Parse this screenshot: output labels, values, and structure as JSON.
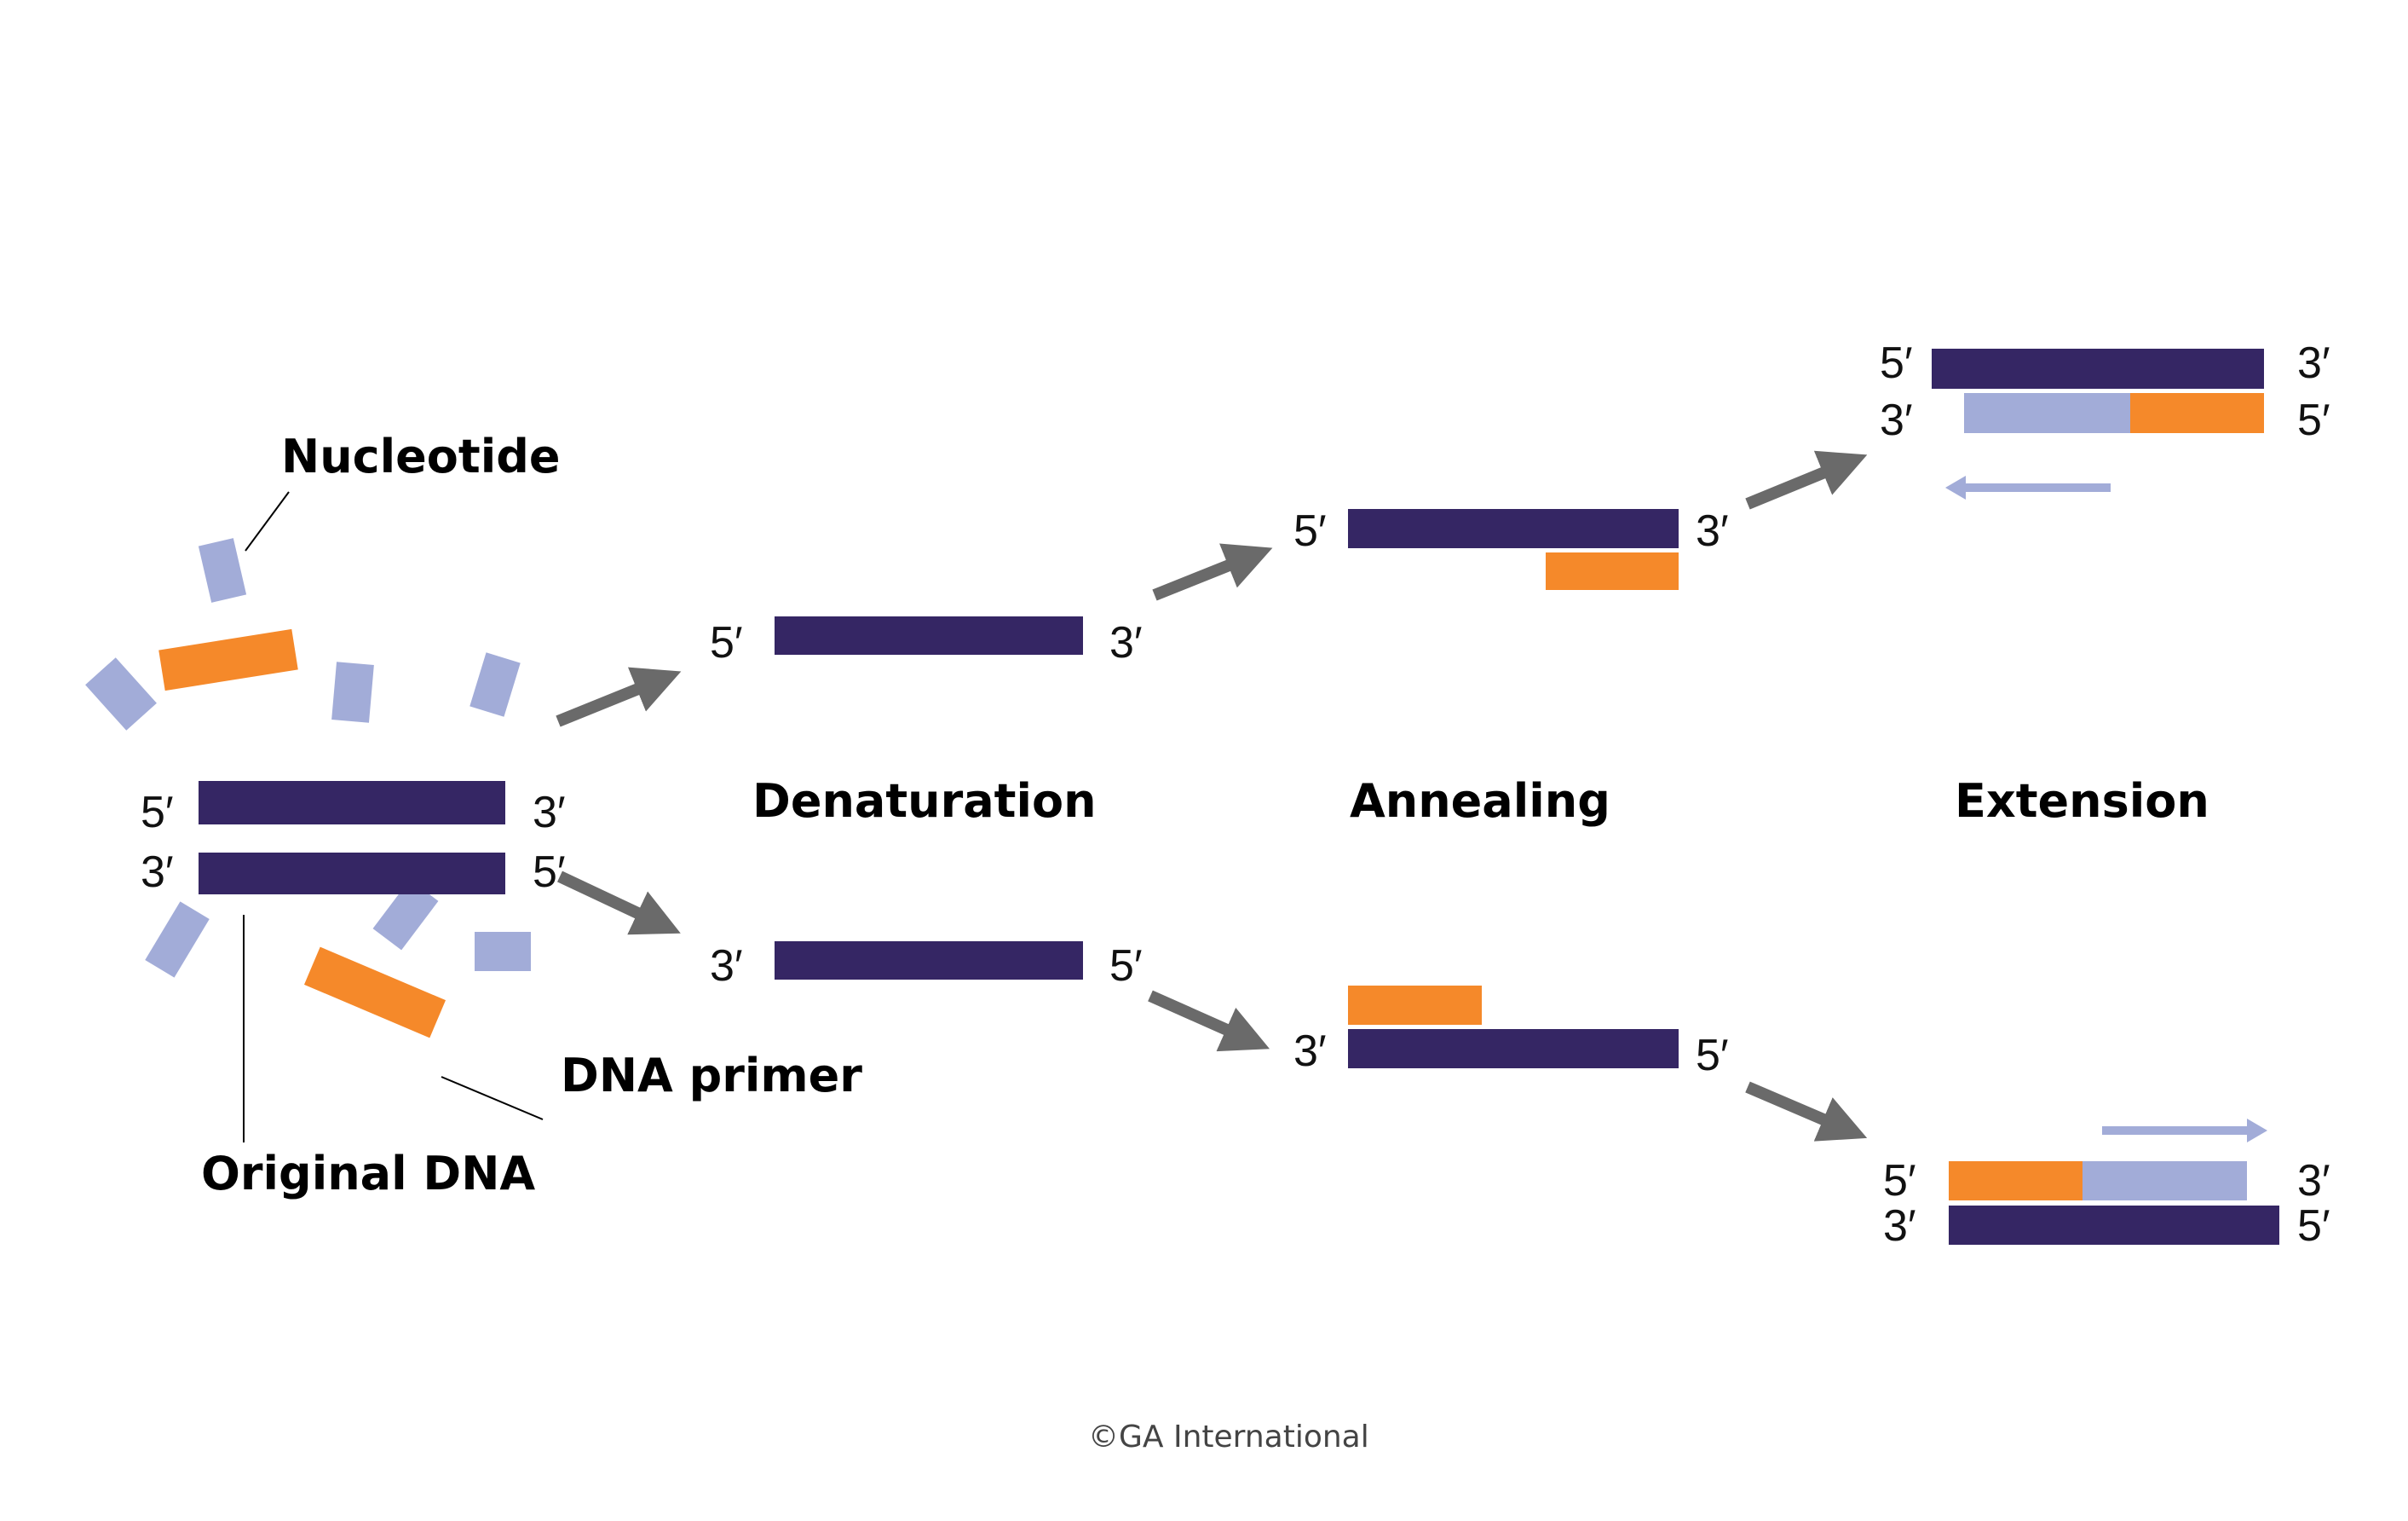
{
  "colors": {
    "template_strand": "#352664",
    "primer": "#f5892a",
    "nucleotide": "#a2acd8",
    "flow_arrow": "#6a6a6a",
    "synthesis_arrow": "#a2acd8"
  },
  "callouts": {
    "nucleotide": "Nucleotide",
    "dna_primer": "DNA primer",
    "original_dna": "Original DNA"
  },
  "steps": {
    "denaturation": "Denaturation",
    "annealing": "Annealing",
    "extension": "Extension"
  },
  "ends": {
    "five": "5′",
    "three": "3′"
  },
  "copyright": "©GA International"
}
